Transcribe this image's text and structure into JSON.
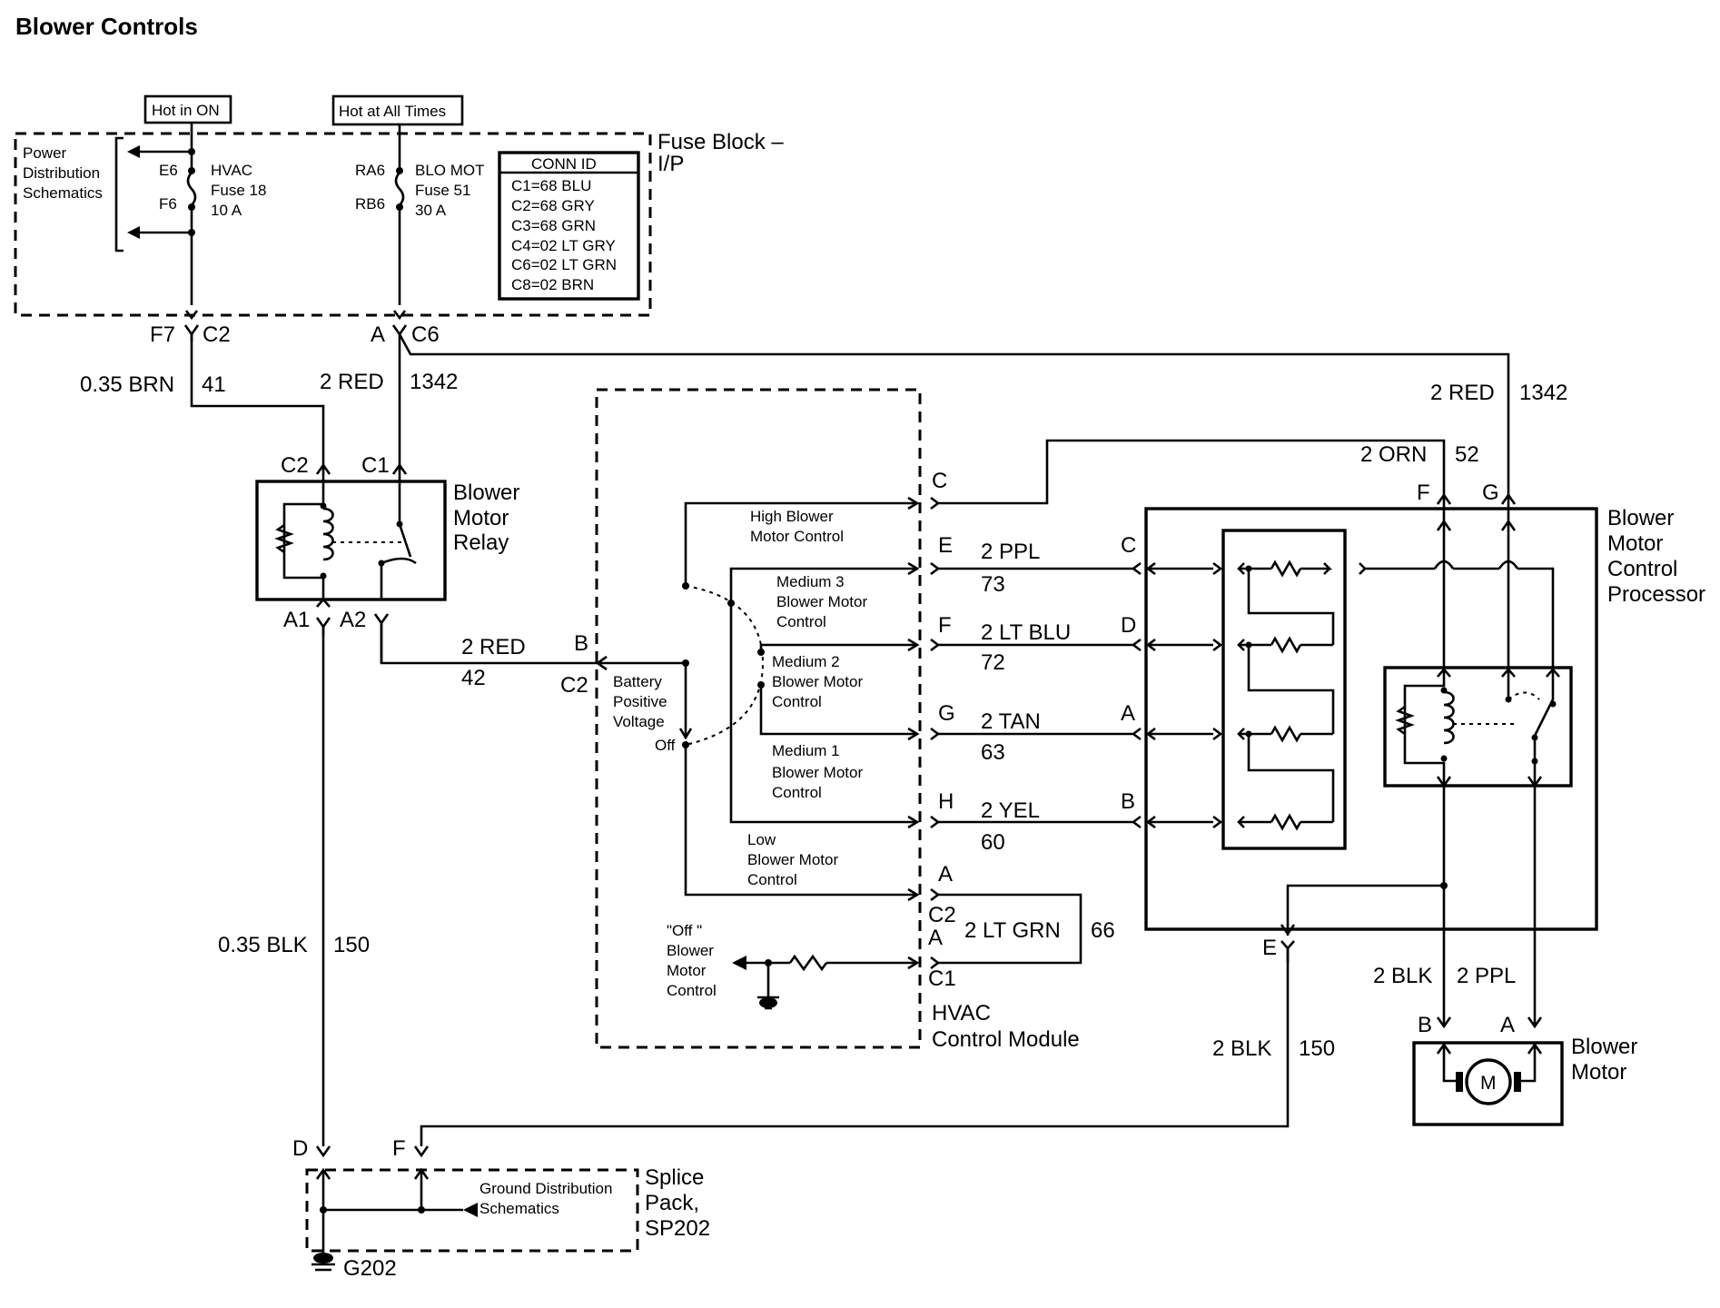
{
  "title": "Blower Controls",
  "fuse_block": {
    "hot_in_on": "Hot in ON",
    "hot_at_all_times": "Hot at All Times",
    "name_line1": "Fuse Block –",
    "name_line2": "I/P",
    "power_dist": [
      "Power",
      "Distribution",
      "Schematics"
    ],
    "hvac_fuse": [
      "HVAC",
      "Fuse 18",
      "10 A"
    ],
    "blo_mot_fuse": [
      "BLO MOT",
      "Fuse 51",
      "30 A"
    ],
    "pins": {
      "e6": "E6",
      "f6": "F6",
      "ra6": "RA6",
      "rb6": "RB6"
    },
    "conn_id_title": "CONN ID",
    "conn_ids": [
      "C1=68 BLU",
      "C2=68 GRY",
      "C3=68 GRN",
      "C4=02 LT GRY",
      "C6=02 LT GRN",
      "C8=02 BRN"
    ],
    "out_f7": "F7",
    "out_c2": "C2",
    "out_a": "A",
    "out_c6": "C6"
  },
  "wires": {
    "brn_color": "0.35 BRN",
    "brn_circuit": "41",
    "red_color": "2 RED",
    "red_circuit": "1342",
    "red2_color": "2 RED",
    "red2_circuit": "1342",
    "red42_color": "2 RED",
    "red42_circuit": "42",
    "blk_color": "0.35 BLK",
    "blk_circuit": "150",
    "orn_color": "2 ORN",
    "orn_circuit": "52",
    "ppl_color": "2 PPL",
    "ppl_circuit": "73",
    "ltblu_color": "2 LT BLU",
    "ltblu_circuit": "72",
    "tan_color": "2 TAN",
    "tan_circuit": "63",
    "yel_color": "2 YEL",
    "yel_circuit": "60",
    "ltgrn_color": "2 LT GRN",
    "ltgrn_circuit": "66",
    "blk2_color": "2 BLK",
    "blk2_circuit": "150",
    "blkm_color": "2 BLK",
    "pplm_color": "2 PPL"
  },
  "relay": {
    "name": [
      "Blower",
      "Motor",
      "Relay"
    ],
    "c2": "C2",
    "c1": "C1",
    "a1": "A1",
    "a2": "A2"
  },
  "hvac_module": {
    "name": [
      "HVAC",
      "Control Module"
    ],
    "labels": {
      "high": [
        "High Blower",
        "Motor Control"
      ],
      "med3": [
        "Medium 3",
        "Blower Motor",
        "Control"
      ],
      "med2": [
        "Medium 2",
        "Blower Motor",
        "Control"
      ],
      "med1": [
        "Medium 1",
        "Blower Motor",
        "Control"
      ],
      "low": [
        "Low",
        "Blower Motor",
        "Control"
      ],
      "battery": [
        "Battery",
        "Positive",
        "Voltage"
      ],
      "off": "Off",
      "off_control": [
        "\"Off \"",
        "Blower",
        "Motor",
        "Control"
      ]
    },
    "pins": {
      "b": "B",
      "c2": "C2",
      "c": "C",
      "e": "E",
      "f": "F",
      "g": "G",
      "h": "H",
      "a": "A",
      "c2b": "C2",
      "a2": "A",
      "c1": "C1"
    }
  },
  "processor": {
    "name": [
      "Blower",
      "Motor",
      "Control",
      "Processor"
    ],
    "pins": {
      "f": "F",
      "g": "G",
      "c": "C",
      "d": "D",
      "a": "A",
      "b": "B",
      "e": "E"
    }
  },
  "motor": {
    "name": [
      "Blower",
      "Motor"
    ],
    "symbol": "M",
    "b": "B",
    "a": "A"
  },
  "splice": {
    "name": [
      "Splice",
      "Pack,",
      "SP202"
    ],
    "ground_dist": [
      "Ground Distribution",
      "Schematics"
    ],
    "d": "D",
    "f": "F",
    "ground": "G202"
  }
}
